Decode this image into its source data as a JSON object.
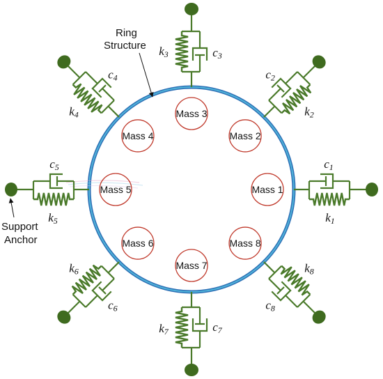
{
  "labels": {
    "ring_line1": "Ring",
    "ring_line2": "Structure",
    "anchor_line1": "Support",
    "anchor_line2": "Anchor"
  },
  "masses": [
    "Mass 1",
    "Mass 2",
    "Mass 3",
    "Mass 4",
    "Mass 5",
    "Mass 6",
    "Mass 7",
    "Mass 8"
  ],
  "units": [
    {
      "k": "k",
      "k_sub": "1",
      "c": "c",
      "c_sub": "1"
    },
    {
      "k": "k",
      "k_sub": "2",
      "c": "c",
      "c_sub": "2"
    },
    {
      "k": "k",
      "k_sub": "3",
      "c": "c",
      "c_sub": "3"
    },
    {
      "k": "k",
      "k_sub": "4",
      "c": "c",
      "c_sub": "4"
    },
    {
      "k": "k",
      "k_sub": "5",
      "c": "c",
      "c_sub": "5"
    },
    {
      "k": "k",
      "k_sub": "6",
      "c": "c",
      "c_sub": "6"
    },
    {
      "k": "k",
      "k_sub": "7",
      "c": "c",
      "c_sub": "7"
    },
    {
      "k": "k",
      "k_sub": "8",
      "c": "c",
      "c_sub": "8"
    }
  ],
  "colors": {
    "ring_outer": "#2e6fb5",
    "ring_inner": "#4fb3d9",
    "mass_circle": "#c0392b",
    "spring_damper": "#4a7a2a",
    "anchor": "#3f6b1f",
    "text": "#111111"
  }
}
